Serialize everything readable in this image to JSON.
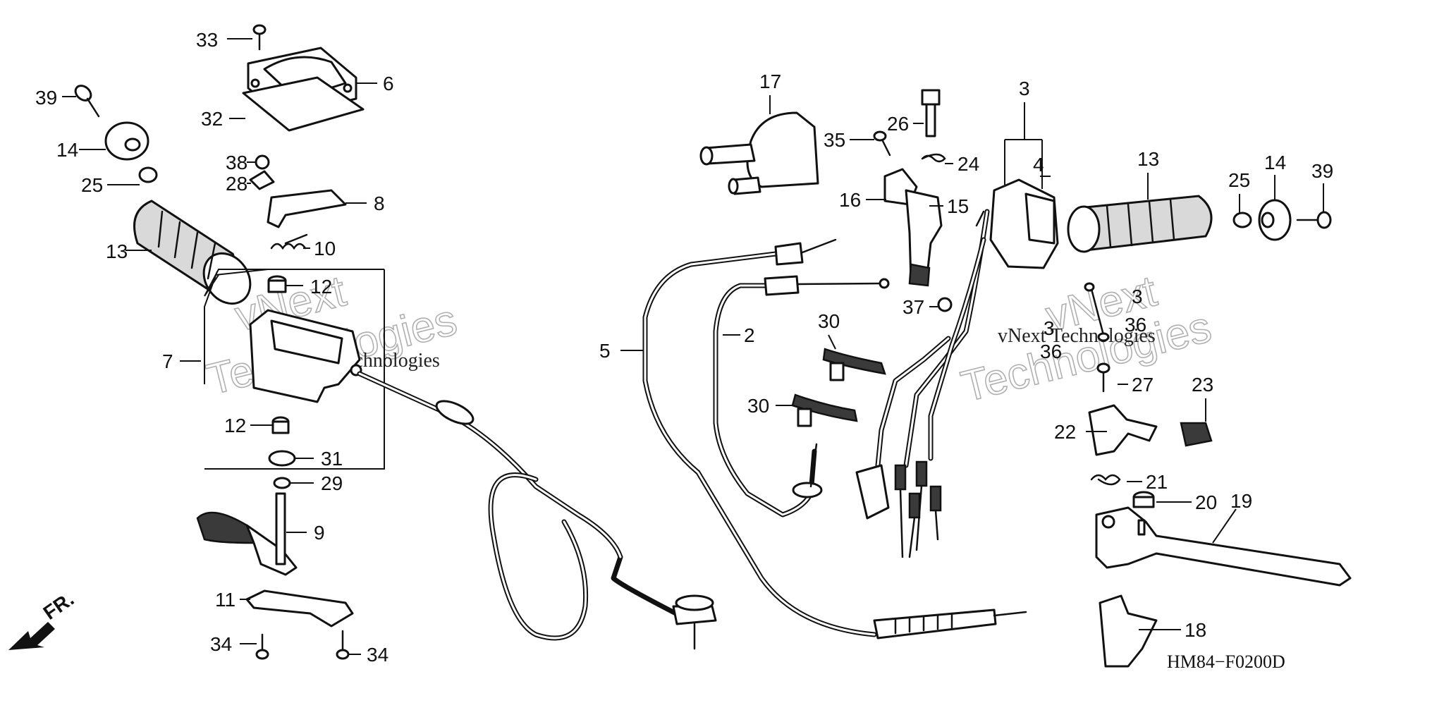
{
  "diagram": {
    "code": "HM84−F0200D",
    "direction": "FR.",
    "watermarks": [
      "vNext",
      "Technologies",
      "vNext Technologies"
    ],
    "callouts": [
      {
        "id": "c33a",
        "num": "33"
      },
      {
        "id": "c6",
        "num": "6"
      },
      {
        "id": "c39a",
        "num": "39"
      },
      {
        "id": "c32",
        "num": "32"
      },
      {
        "id": "c14a",
        "num": "14"
      },
      {
        "id": "c38",
        "num": "38"
      },
      {
        "id": "c28",
        "num": "28"
      },
      {
        "id": "c25a",
        "num": "25"
      },
      {
        "id": "c8",
        "num": "8"
      },
      {
        "id": "c13a",
        "num": "13"
      },
      {
        "id": "c10",
        "num": "10"
      },
      {
        "id": "c12a",
        "num": "12"
      },
      {
        "id": "c7",
        "num": "7"
      },
      {
        "id": "c12b",
        "num": "12"
      },
      {
        "id": "c31",
        "num": "31"
      },
      {
        "id": "c29",
        "num": "29"
      },
      {
        "id": "c9",
        "num": "9"
      },
      {
        "id": "c11",
        "num": "11"
      },
      {
        "id": "c34a",
        "num": "34"
      },
      {
        "id": "c34b",
        "num": "34"
      },
      {
        "id": "c17",
        "num": "17"
      },
      {
        "id": "c35",
        "num": "35"
      },
      {
        "id": "c26",
        "num": "26"
      },
      {
        "id": "c24",
        "num": "24"
      },
      {
        "id": "c16",
        "num": "16"
      },
      {
        "id": "c15",
        "num": "15"
      },
      {
        "id": "c37",
        "num": "37"
      },
      {
        "id": "c3a",
        "num": "3"
      },
      {
        "id": "c4",
        "num": "4"
      },
      {
        "id": "c13b",
        "num": "13"
      },
      {
        "id": "c25b",
        "num": "25"
      },
      {
        "id": "c14b",
        "num": "14"
      },
      {
        "id": "c39b",
        "num": "39"
      },
      {
        "id": "c5",
        "num": "5"
      },
      {
        "id": "c2",
        "num": "2"
      },
      {
        "id": "c30a",
        "num": "30"
      },
      {
        "id": "c30b",
        "num": "30"
      },
      {
        "id": "c3b",
        "num": "3"
      },
      {
        "id": "c36a",
        "num": "36"
      },
      {
        "id": "c3c",
        "num": "3"
      },
      {
        "id": "c36b",
        "num": "36"
      },
      {
        "id": "c27",
        "num": "27"
      },
      {
        "id": "c23",
        "num": "23"
      },
      {
        "id": "c22",
        "num": "22"
      },
      {
        "id": "c21",
        "num": "21"
      },
      {
        "id": "c20",
        "num": "20"
      },
      {
        "id": "c19",
        "num": "19"
      },
      {
        "id": "c18",
        "num": "18"
      }
    ]
  }
}
